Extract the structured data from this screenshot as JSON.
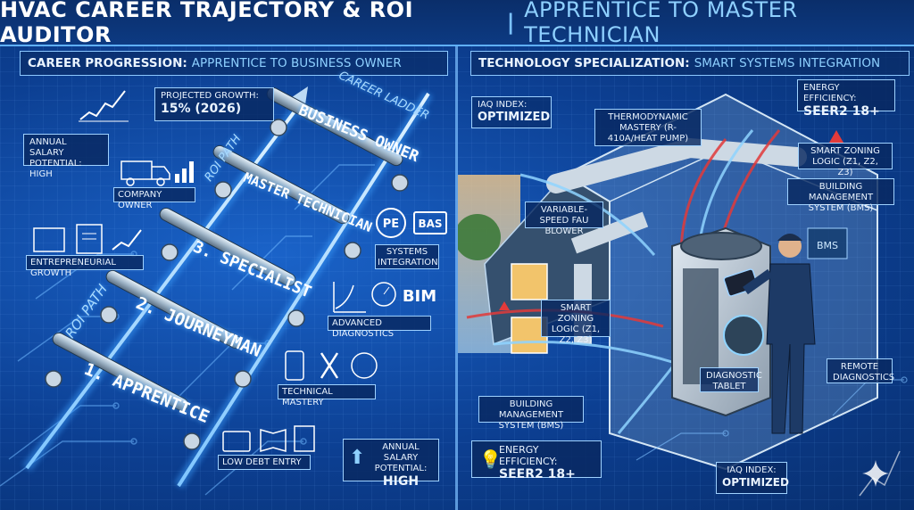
{
  "header": {
    "title_left": "HVAC CAREER TRAJECTORY & ROI AUDITOR",
    "separator": "|",
    "title_right": "APPRENTICE TO MASTER TECHNICIAN"
  },
  "left_panel": {
    "banner_main": "CAREER PROGRESSION:",
    "banner_highlight": "APPRENTICE TO BUSINESS OWNER",
    "projected_growth_label": "PROJECTED GROWTH:",
    "projected_growth_value": "15% (2026)",
    "salary_label": "ANNUAL SALARY POTENTIAL: HIGH",
    "career_ladder": "CAREER LADDER",
    "roi_path_top": "ROI PATH",
    "roi_path_bottom": "ROI PATH",
    "rungs": [
      "BUSINESS OWNER",
      "MASTER TECHNICIAN",
      "3. SPECIALIST",
      "2. JOURNEYMAN",
      "1. APPRENTICE"
    ],
    "tags": {
      "company_owner": "COMPANY OWNER",
      "entrepreneurial_growth": "ENTREPRENEURIAL GROWTH",
      "systems_integration": "SYSTEMS INTEGRATION",
      "advanced_diagnostics": "ADVANCED DIAGNOSTICS",
      "technical_mastery": "TECHNICAL MASTERY",
      "low_debt_entry": "LOW DEBT ENTRY"
    },
    "badges": {
      "pe": "PE",
      "bas": "BAS",
      "bim": "BIM"
    },
    "bottom_salary_label": "ANNUAL SALARY POTENTIAL:",
    "bottom_salary_value": "HIGH"
  },
  "right_panel": {
    "banner_main": "TECHNOLOGY SPECIALIZATION:",
    "banner_highlight": "SMART SYSTEMS INTEGRATION",
    "iaq_label": "IAQ INDEX:",
    "iaq_value": "OPTIMIZED",
    "thermo_label": "THERMODYNAMIC MASTERY (R-410A/HEAT PUMP)",
    "energy_label": "ENERGY EFFICIENCY:",
    "energy_value": "SEER2 18+",
    "smart_zoning_top": "SMART ZONING LOGIC (Z1, Z2, Z3)",
    "bms_top": "BUILDING MANAGEMENT SYSTEM (BMS)",
    "variable_speed": "VARIABLE-SPEED FAU BLOWER",
    "smart_zoning_mid": "SMART ZONING LOGIC (Z1, Z2, Z3)",
    "diagnostic_tablet": "DIAGNOSTIC TABLET",
    "remote_diagnostics": "REMOTE DIAGNOSTICS",
    "bms_bottom": "BUILDING MANAGEMENT SYSTEM (BMS)",
    "energy_bottom_label": "ENERGY EFFICIENCY:",
    "energy_bottom_value": "SEER2 18+",
    "iaq_bottom_label": "IAQ INDEX:",
    "iaq_bottom_value": "OPTIMIZED",
    "bms_screen": "BMS"
  },
  "colors": {
    "accent": "#5fb0ff",
    "panel": "#0c3f92",
    "heat": "#e23a3a",
    "cool": "#8fd4ff"
  }
}
